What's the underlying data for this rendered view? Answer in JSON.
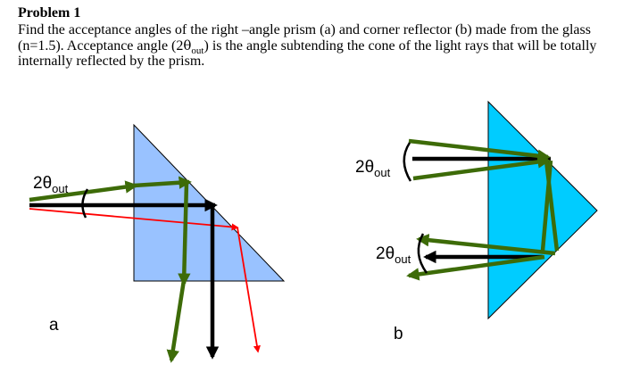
{
  "problem": {
    "title": "Problem 1",
    "text_before": "Find the acceptance angles of the right –angle prism (a) and corner reflector (b) made from the glass (n=1.5). Acceptance angle (2",
    "theta": "θ",
    "sub": "out",
    "text_after": ") is the angle subtending the cone of the light rays that will be totally internally reflected by the prism."
  },
  "figure_a": {
    "angle_label_main": "2θ",
    "angle_label_sub": "out",
    "panel_label": "a"
  },
  "figure_b": {
    "angle_label_top_main": "2θ",
    "angle_label_top_sub": "out",
    "angle_label_bottom_main": "2θ",
    "angle_label_bottom_sub": "out",
    "panel_label": "b"
  },
  "colors": {
    "prism_a_fill": "#99c2ff",
    "prism_b_fill": "#00ccff",
    "ray_green": "#3d6b08",
    "ray_red": "#ff0000",
    "ray_black": "#000000"
  }
}
